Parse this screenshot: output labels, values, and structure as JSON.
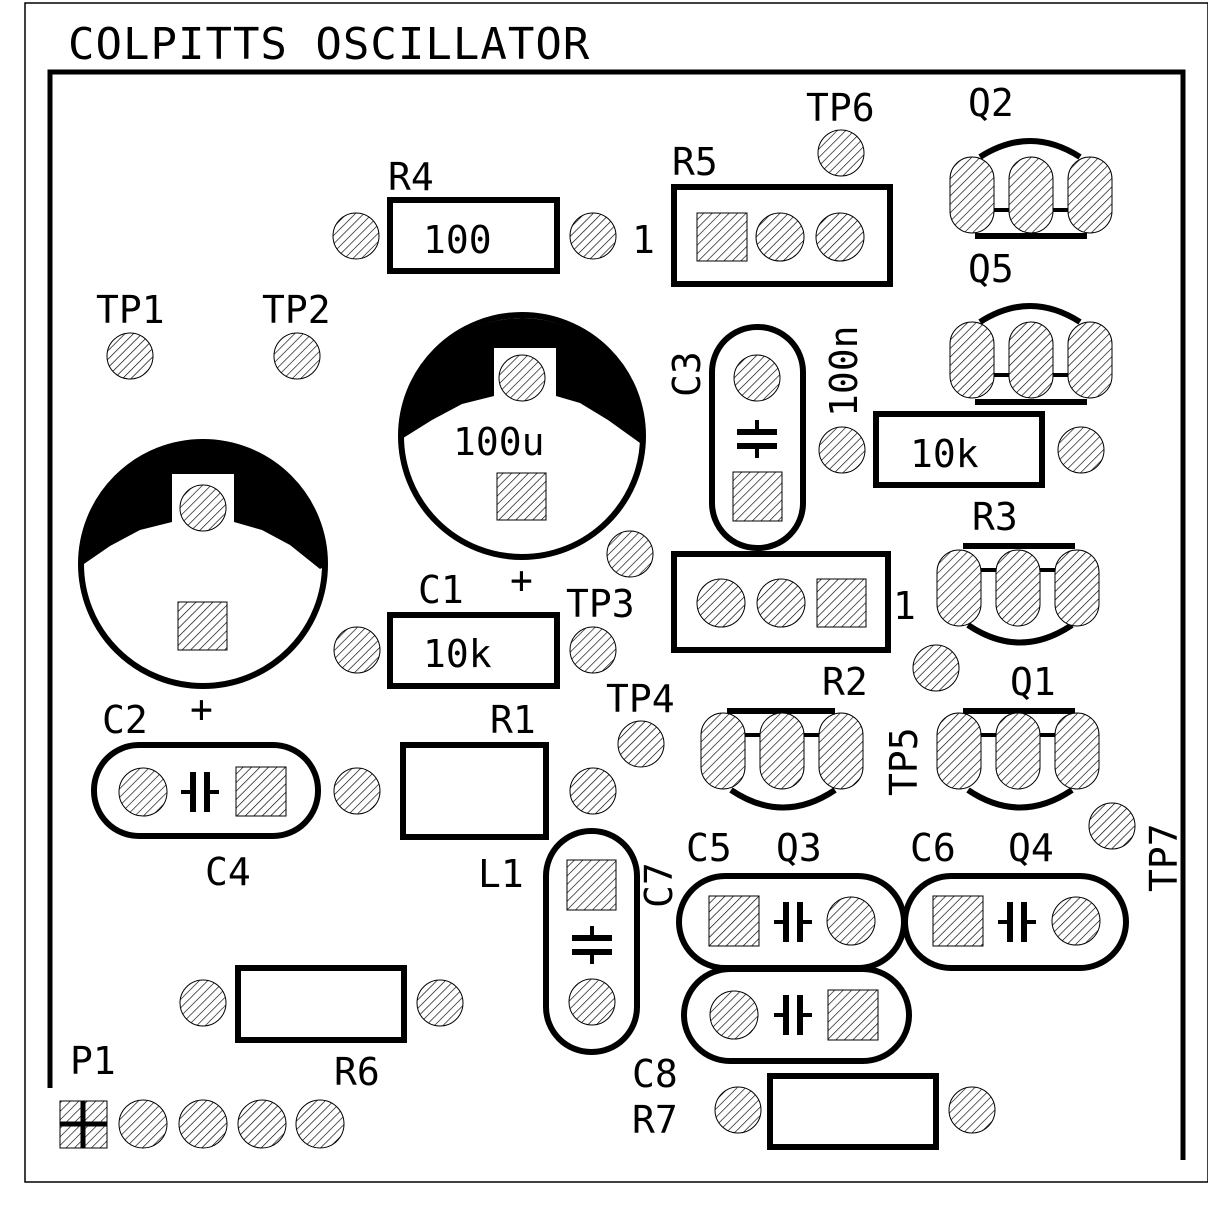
{
  "title": "COLPITTS OSCILLATOR",
  "colors": {
    "ink": "#000000",
    "pad_hatch": "#000000",
    "paper": "#ffffff"
  },
  "labels": {
    "R4": "R4",
    "R4_val": "100",
    "R5": "R5",
    "R5_pin1": "1",
    "TP6": "TP6",
    "Q2": "Q2",
    "Q5": "Q5",
    "TP1": "TP1",
    "TP2": "TP2",
    "C3": "C3",
    "C3_val": "100n",
    "C_big_val": "100u",
    "C_big_plus": "+",
    "R_10k_top": "10k",
    "R3": "R3",
    "C1": "C1",
    "C1_val": "10k",
    "TP3": "TP3",
    "TP3_pin1": "1",
    "C2": "C2",
    "C2_plus": "+",
    "R1": "R1",
    "TP4": "TP4",
    "R2": "R2",
    "Q1": "Q1",
    "TP5": "TP5",
    "C4": "C4",
    "L1": "L1",
    "C7": "C7",
    "C5": "C5",
    "Q3": "Q3",
    "C6": "C6",
    "Q4": "Q4",
    "TP7": "TP7",
    "P1": "P1",
    "R6": "R6",
    "C8": "C8",
    "R7": "R7"
  },
  "icons": [
    "pad-round-icon",
    "pad-square-icon",
    "capacitor-symbol-icon",
    "connector-pin1-icon"
  ]
}
